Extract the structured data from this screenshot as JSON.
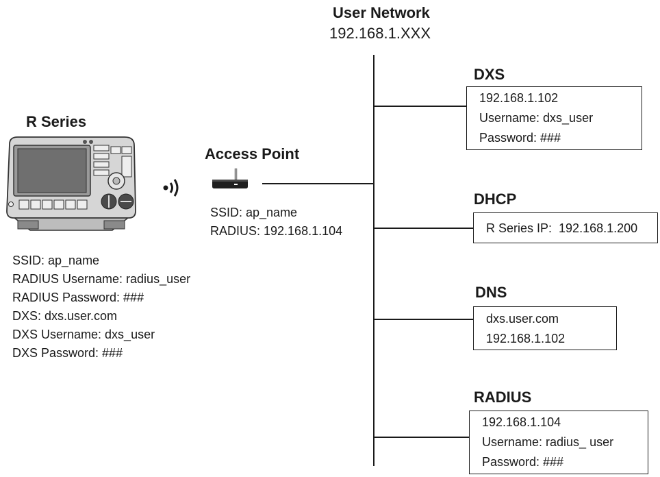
{
  "network": {
    "title": "User Network",
    "subnet": "192.168.1.XXX"
  },
  "device": {
    "title": "R Series",
    "config": [
      "SSID: ap_name",
      "RADIUS Username: radius_user",
      "RADIUS Password: ###",
      "DXS: dxs.user.com",
      "DXS Username: dxs_user",
      "DXS Password: ###"
    ]
  },
  "access_point": {
    "title": "Access Point",
    "ssid": "SSID: ap_name",
    "radius": "RADIUS: 192.168.1.104"
  },
  "servers": {
    "dxs": {
      "title": "DXS",
      "lines": [
        "192.168.1.102",
        "Username: dxs_user",
        "Password: ###"
      ]
    },
    "dhcp": {
      "title": "DHCP",
      "lines": [
        "R Series IP:  192.168.1.200"
      ]
    },
    "dns": {
      "title": "DNS",
      "lines": [
        "dxs.user.com",
        "192.168.1.102"
      ]
    },
    "radius": {
      "title": "RADIUS",
      "lines": [
        "192.168.1.104",
        "Username: radius_ user",
        "Password: ###"
      ]
    }
  },
  "icons": {
    "device": "defibrillator-monitor-icon",
    "wireless": "wireless-signal-icon",
    "access_point": "access-point-router-icon"
  }
}
